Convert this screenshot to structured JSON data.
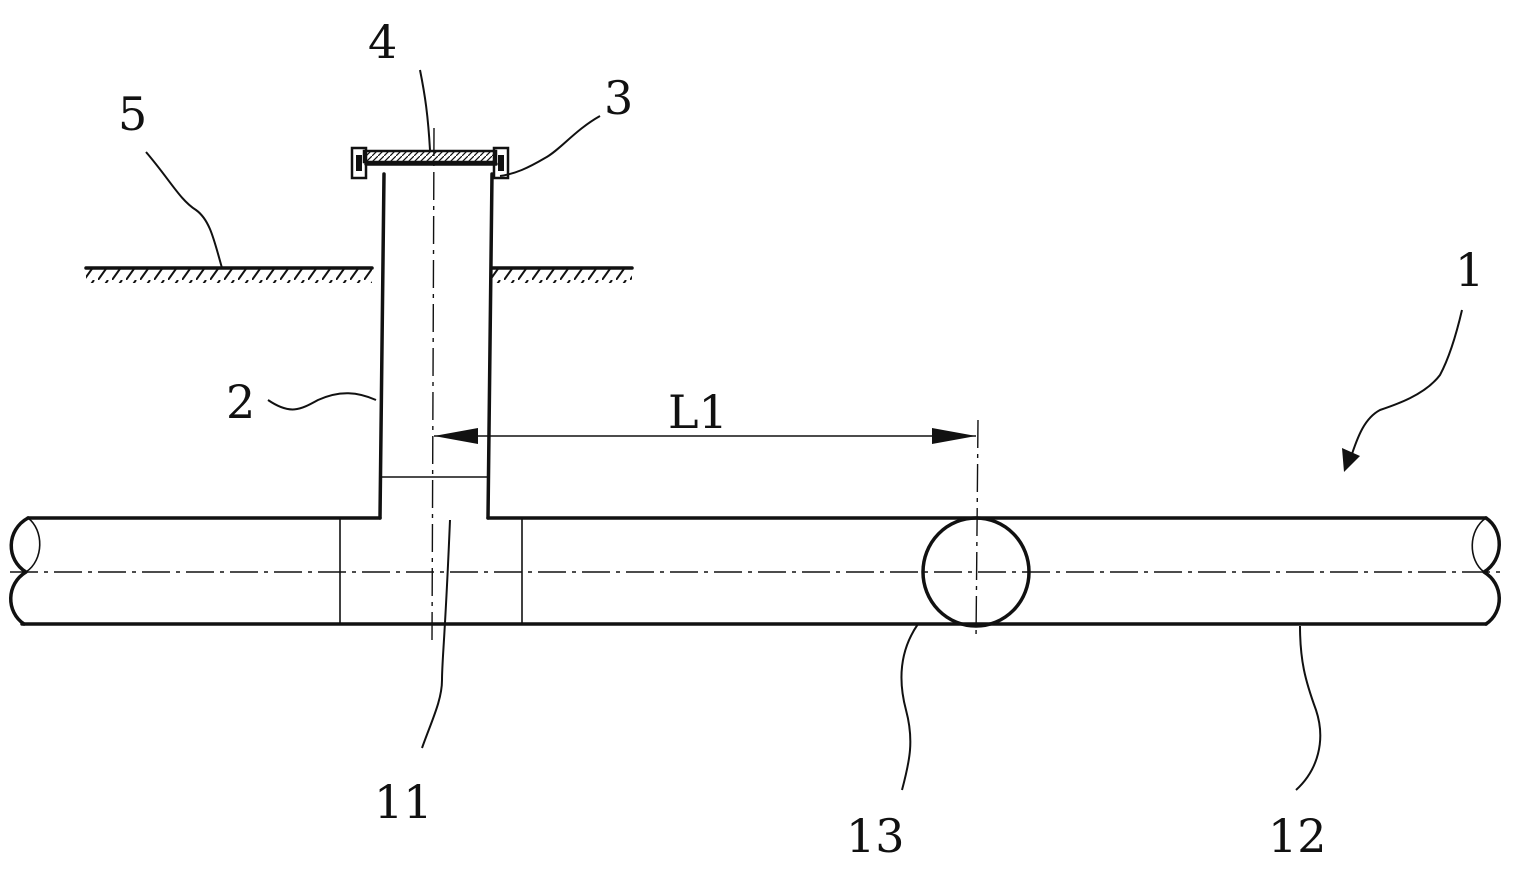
{
  "labels": {
    "ground": "5",
    "cover": "4",
    "flange": "3",
    "riser": "2",
    "pipeline": "1",
    "dimension": "L1",
    "tee_branch": "11",
    "weld_point": "13",
    "main_pipe": "12"
  },
  "colors": {
    "line": "#111111",
    "background": "#ffffff"
  }
}
